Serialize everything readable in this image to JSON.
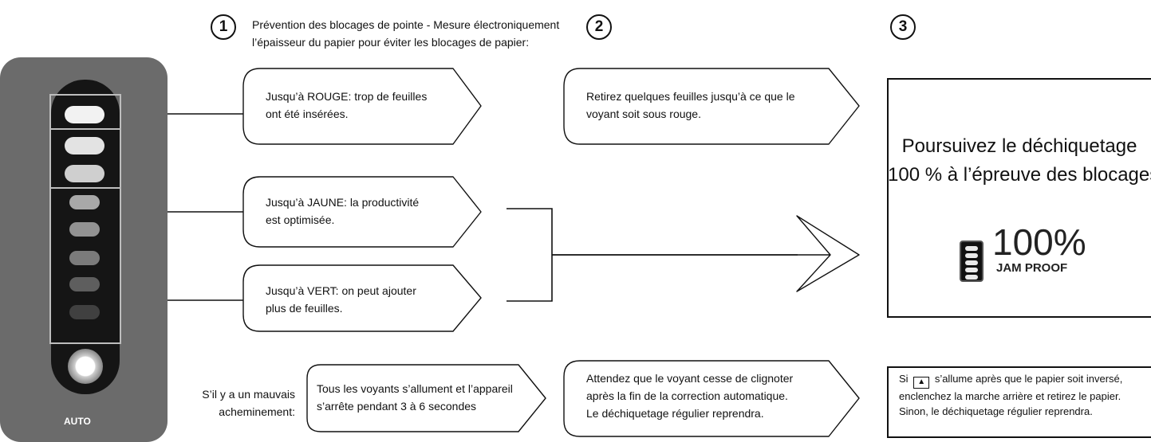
{
  "steps": {
    "one": "1",
    "two": "2",
    "three": "3"
  },
  "intro": {
    "line1": "Prévention des blocages de pointe - Mesure électroniquement",
    "line2": "l’épaisseur du papier pour éviter les blocages de papier:"
  },
  "levels": {
    "red": {
      "line1": "Jusqu’à ROUGE: trop de feuilles",
      "line2": "ont été insérées."
    },
    "yellow": {
      "line1": "Jusqu’à JAUNE: la productivité",
      "line2": "est optimisée."
    },
    "green": {
      "line1": "Jusqu’à VERT: on peut ajouter",
      "line2": "plus de feuilles."
    }
  },
  "red_action": {
    "line1": "Retirez quelques feuilles jusqu’à ce que le",
    "line2": "voyant soit sous rouge."
  },
  "result": {
    "line1": "Poursuivez le déchiquetage",
    "line2": "100 % à l’épreuve des blocages",
    "percent": "100%",
    "badge": "JAM PROOF"
  },
  "misfeed": {
    "label1": "S’il y a un mauvais",
    "label2": "acheminement:",
    "state1": "Tous les voyants s’allument et l’appareil",
    "state2": "s’arrête pendant 3 à 6 secondes",
    "wait1": "Attendez que le voyant cesse de clignoter",
    "wait2": "après la fin de la correction automatique.",
    "wait3": "Le déchiquetage régulier reprendra.",
    "note1_pre": "Si",
    "note1_post": "s’allume après que le papier soit inversé,",
    "note2": "enclenchez la marche arrière et retirez le papier.",
    "note3": "Sinon, le déchiquetage régulier reprendra."
  },
  "device": {
    "auto_label": "AUTO"
  },
  "icons": {
    "reverse": "reverse-icon",
    "jam_proof": "jam-proof-meter-icon",
    "auto_button": "auto-button-icon"
  }
}
